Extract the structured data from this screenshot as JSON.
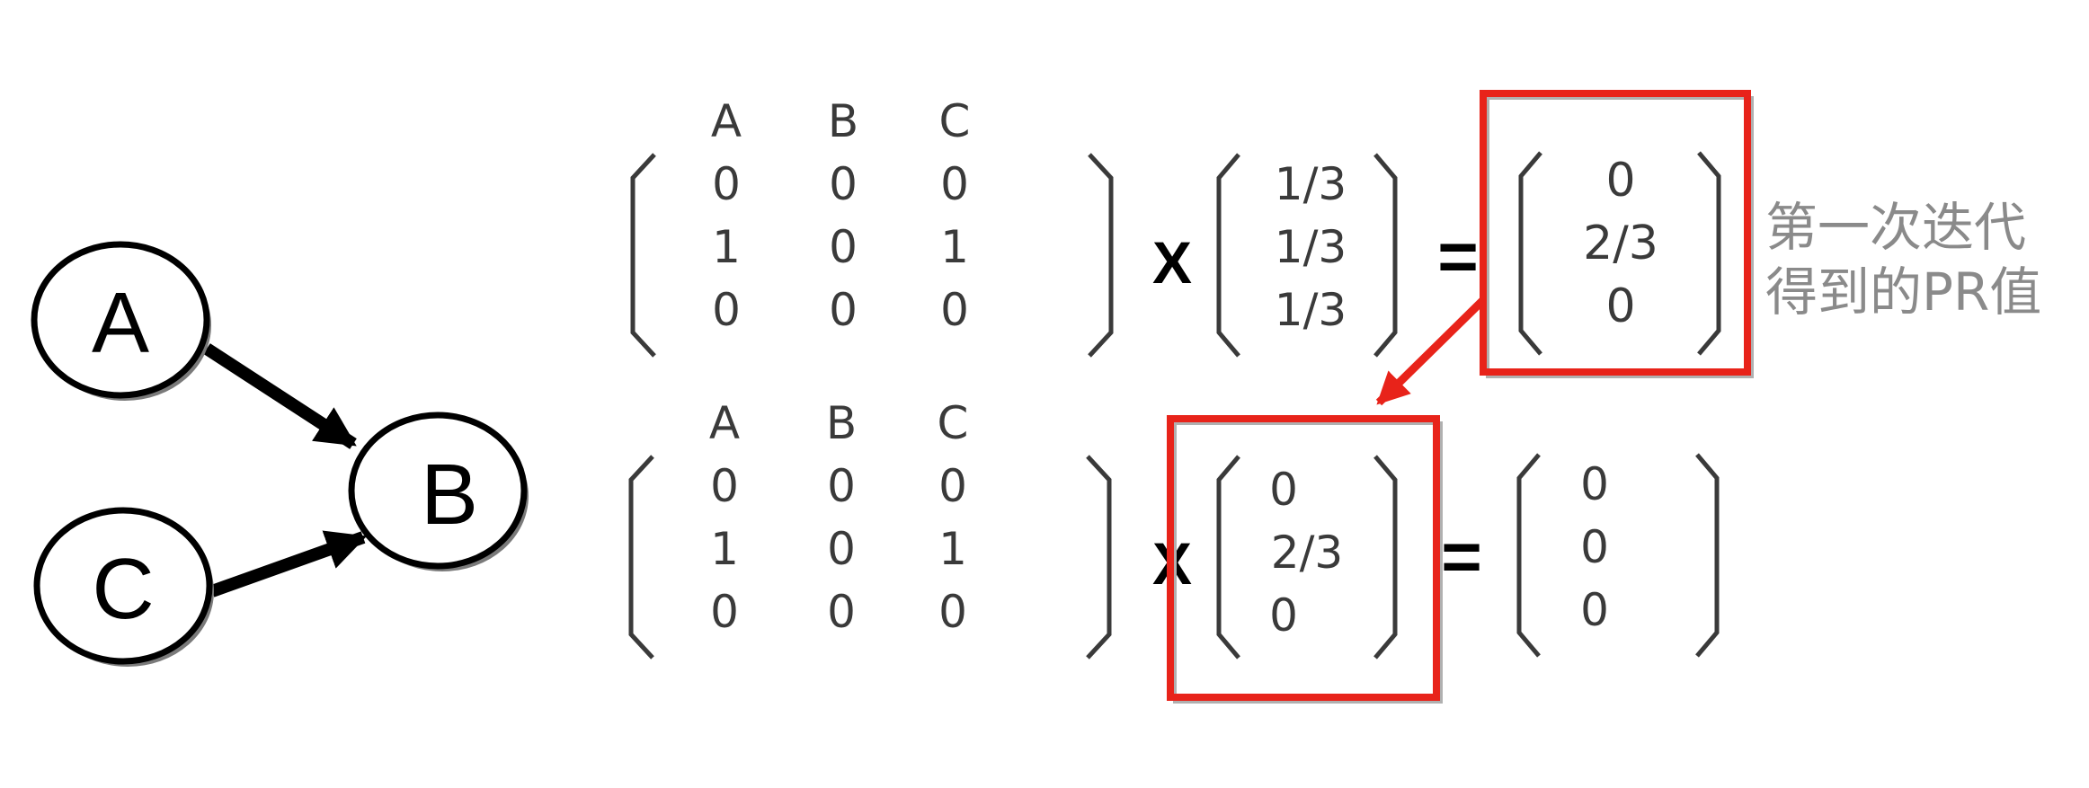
{
  "graph": {
    "nodes": [
      {
        "id": "A",
        "label": "A"
      },
      {
        "id": "B",
        "label": "B"
      },
      {
        "id": "C",
        "label": "C"
      }
    ],
    "edges": [
      {
        "from": "A",
        "to": "B"
      },
      {
        "from": "C",
        "to": "B"
      }
    ]
  },
  "row1": {
    "matrix": {
      "headers": [
        "A",
        "B",
        "C"
      ],
      "rows": [
        [
          "0",
          "0",
          "0"
        ],
        [
          "1",
          "0",
          "1"
        ],
        [
          "0",
          "0",
          "0"
        ]
      ]
    },
    "times": "X",
    "vector": [
      "1/3",
      "1/3",
      "1/3"
    ],
    "equals": "=",
    "result": [
      "0",
      "2/3",
      "0"
    ]
  },
  "row2": {
    "matrix": {
      "headers": [
        "A",
        "B",
        "C"
      ],
      "rows": [
        [
          "0",
          "0",
          "0"
        ],
        [
          "1",
          "0",
          "1"
        ],
        [
          "0",
          "0",
          "0"
        ]
      ]
    },
    "times": "X",
    "vector": [
      "0",
      "2/3",
      "0"
    ],
    "equals": "=",
    "result": [
      "0",
      "0",
      "0"
    ]
  },
  "note": {
    "line1": "第一次迭代",
    "line2": "得到的PR值"
  },
  "colors": {
    "highlight": "#e8231a",
    "bracket": "#3a3a3a",
    "note": "#8a8a8a"
  }
}
